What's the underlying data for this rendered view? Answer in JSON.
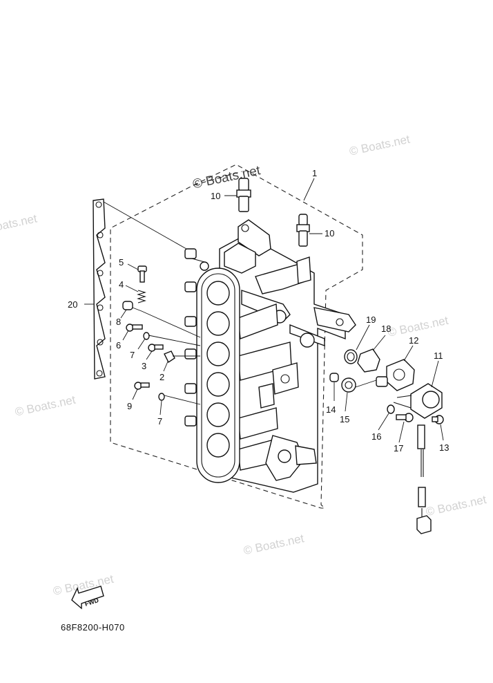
{
  "watermarks": {
    "main": "© Boats.net",
    "repeat": "© Boats.net"
  },
  "diagram_code": "68F8200-H070",
  "fwd_label": "FWD",
  "callouts": {
    "c1": "1",
    "c2": "2",
    "c3": "3",
    "c4": "4",
    "c5": "5",
    "c6": "6",
    "c7a": "7",
    "c7b": "7",
    "c8": "8",
    "c9": "9",
    "c10a": "10",
    "c10b": "10",
    "c11": "11",
    "c12": "12",
    "c13": "13",
    "c14": "14",
    "c15": "15",
    "c16": "16",
    "c17": "17",
    "c18": "18",
    "c19": "19",
    "c20": "20"
  }
}
